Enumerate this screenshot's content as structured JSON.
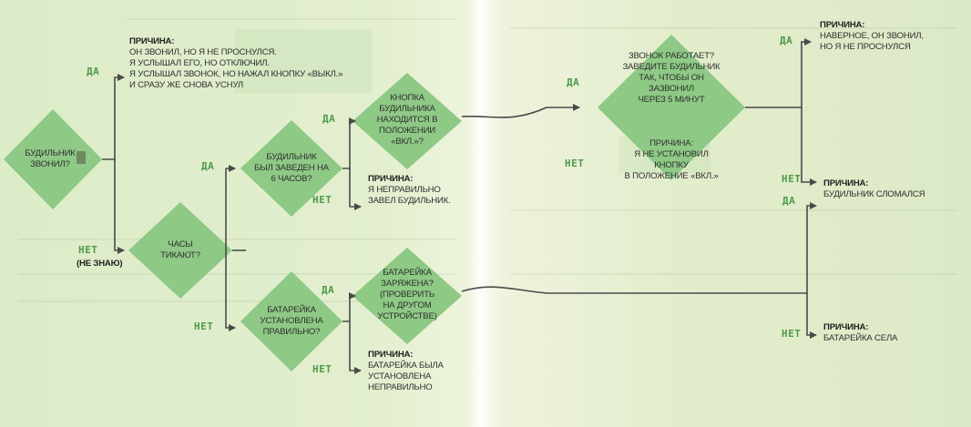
{
  "labels": {
    "yes": "ДА",
    "no": "НЕТ",
    "cause": "ПРИЧИНА:",
    "dont_know": "(НЕ ЗНАЮ)"
  },
  "nodes": {
    "alarm_rang": [
      "БУДИЛЬНИК",
      "ЗВОНИЛ?"
    ],
    "clock_ticking": [
      "ЧАСЫ",
      "ТИКАЮТ?"
    ],
    "alarm_set": [
      "БУДИЛЬНИК",
      "БЫЛ ЗАВЕДЕН НА",
      "6 ЧАСОВ?"
    ],
    "battery_installed": [
      "БАТАРЕЙКА",
      "УСТАНОВЛЕНА",
      "ПРАВИЛЬНО?"
    ],
    "button_on": [
      "КНОПКА",
      "БУДИЛЬНИКА",
      "НАХОДИТСЯ В",
      "ПОЛОЖЕНИИ",
      "«ВКЛ.»?"
    ],
    "battery_charged": [
      "БАТАРЕЙКА",
      "ЗАРЯЖЕНА?",
      "(ПРОВЕРИТЬ",
      "НА ДРУГОМ",
      "УСТРОЙСТВЕ)"
    ],
    "bell_works": [
      "ЗВОНОК РАБОТАЕТ?",
      "ЗАВЕДИТЕ БУДИЛЬНИК",
      "ТАК, ЧТОБЫ ОН",
      "ЗАЗВОНИЛ",
      "ЧЕРЕЗ 5 МИНУТ"
    ]
  },
  "causes": {
    "rang_not_woke": [
      "ОН ЗВОНИЛ, НО Я НЕ ПРОСНУЛСЯ.",
      "Я УСЛЫШАЛ ЕГО, НО ОТКЛЮЧИЛ.",
      "Я УСЛЫШАЛ ЗВОНОК, НО НАЖАЛ КНОПКУ «ВЫКЛ.»",
      "И СРАЗУ ЖЕ СНОВА УСНУЛ"
    ],
    "set_wrong": [
      "Я НЕПРАВИЛЬНО",
      "ЗАВЕЛ БУДИЛЬНИК."
    ],
    "battery_wrong": [
      "БАТАРЕЙКА БЫЛА",
      "УСТАНОВЛЕНА",
      "НЕПРАВИЛЬНО"
    ],
    "button_not_set": [
      "ПРИЧИНА:",
      "Я НЕ УСТАНОВИЛ",
      "КНОПКУ",
      "В ПОЛОЖЕНИЕ «ВКЛ.»"
    ],
    "probably_rang": [
      "НАВЕРНОЕ, ОН ЗВОНИЛ,",
      "НО Я НЕ ПРОСНУЛСЯ"
    ],
    "alarm_broken": [
      "БУДИЛЬНИК СЛОМАЛСЯ"
    ],
    "battery_dead": [
      "БАТАРЕЙКА СЕЛА"
    ]
  },
  "colors": {
    "diamond": "#8ec985",
    "line": "#4a4a4a",
    "yes_no": "#4f9a4a"
  }
}
